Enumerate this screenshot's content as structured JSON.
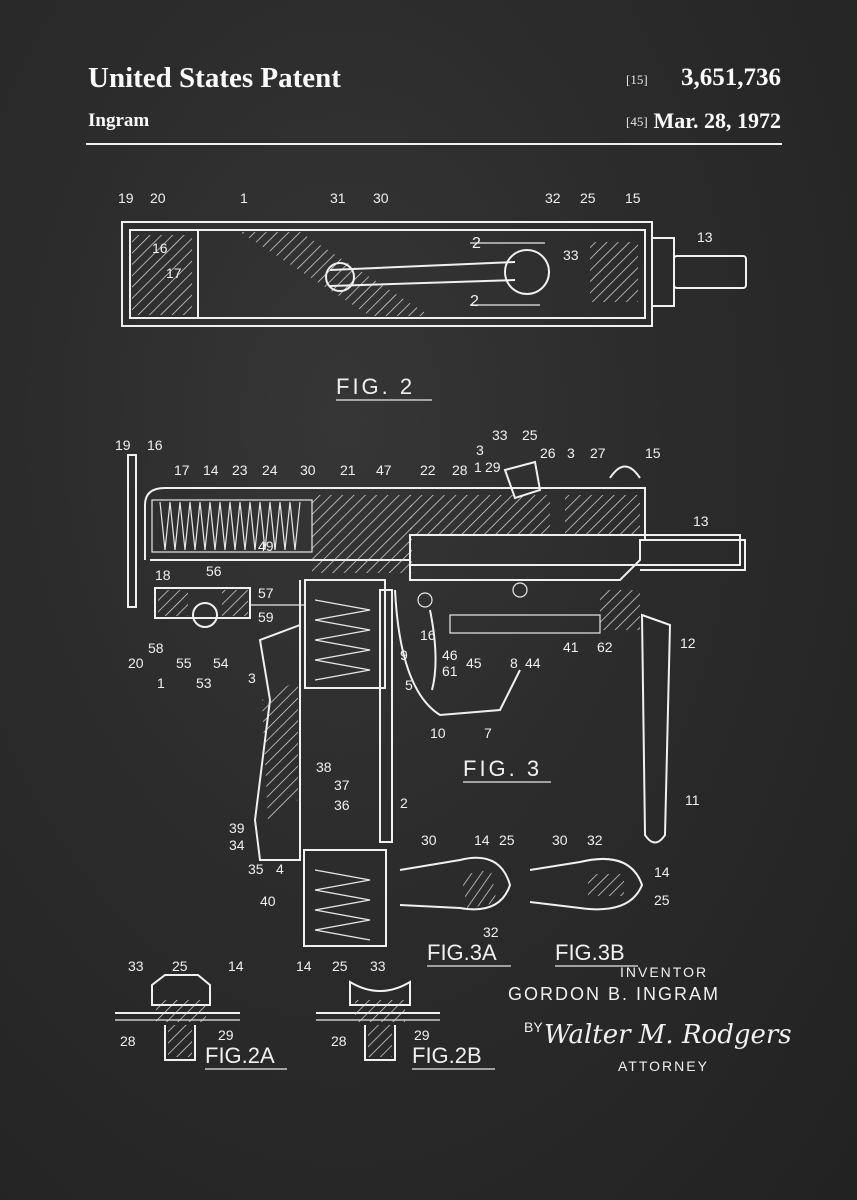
{
  "header": {
    "title": "United States Patent",
    "inventor": "Ingram",
    "code_number": "[15]",
    "patent_number": "3,651,736",
    "code_date": "[45]",
    "date": "Mar. 28, 1972"
  },
  "figures": {
    "fig2": "FIG. 2",
    "fig3": "FIG. 3",
    "fig3a": "FIG.3A",
    "fig3b": "FIG.3B",
    "fig2a": "FIG.2A",
    "fig2b": "FIG.2B"
  },
  "signature": {
    "inventor_label": "INVENTOR",
    "inventor_name": "GORDON B. INGRAM",
    "by": "BY",
    "signature_text": "Walter M. Rodgers",
    "attorney_label": "ATTORNEY"
  },
  "fig2_labels": [
    "19",
    "20",
    "1",
    "31",
    "30",
    "32",
    "25",
    "15",
    "16",
    "17",
    "2",
    "33",
    "2",
    "13"
  ],
  "fig3_labels": [
    "19",
    "16",
    "33",
    "25",
    "3",
    "26",
    "3",
    "27",
    "15",
    "17",
    "14",
    "23",
    "24",
    "30",
    "21",
    "47",
    "22",
    "28",
    "1",
    "29",
    "13",
    "49",
    "18",
    "56",
    "57",
    "59",
    "58",
    "20",
    "55",
    "54",
    "1",
    "53",
    "3",
    "9",
    "16",
    "46",
    "45",
    "61",
    "8",
    "44",
    "41",
    "62",
    "12",
    "5",
    "10",
    "7",
    "38",
    "37",
    "36",
    "39",
    "34",
    "35",
    "4",
    "2",
    "40",
    "11"
  ],
  "fig3a_labels": [
    "30",
    "14",
    "25",
    "32"
  ],
  "fig3b_labels": [
    "30",
    "32",
    "14",
    "25"
  ],
  "fig2a_labels": [
    "33",
    "25",
    "14",
    "28",
    "29"
  ],
  "fig2b_labels": [
    "14",
    "25",
    "33",
    "28",
    "29"
  ],
  "colors": {
    "board": "#2b2b2b",
    "chalk": "#f0f0f0"
  }
}
